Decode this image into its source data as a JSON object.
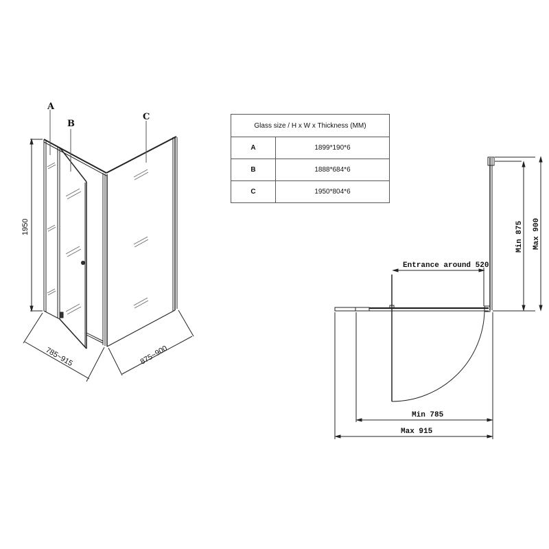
{
  "isometric_view": {
    "panel_labels": {
      "a": "A",
      "b": "B",
      "c": "C"
    },
    "height_dimension": "1950",
    "front_width_dimension": "785~915",
    "side_width_dimension": "875~900"
  },
  "glass_table": {
    "header": "Glass size / H x W x Thickness (MM)",
    "rows": [
      {
        "panel": "A",
        "size": "1899*190*6"
      },
      {
        "panel": "B",
        "size": "1888*684*6"
      },
      {
        "panel": "C",
        "size": "1950*804*6"
      }
    ]
  },
  "plan_view": {
    "entrance": "Entrance around 520",
    "min_depth": "Min 875",
    "max_depth": "Max 900",
    "min_width": "Min 785",
    "max_width": "Max 915"
  }
}
